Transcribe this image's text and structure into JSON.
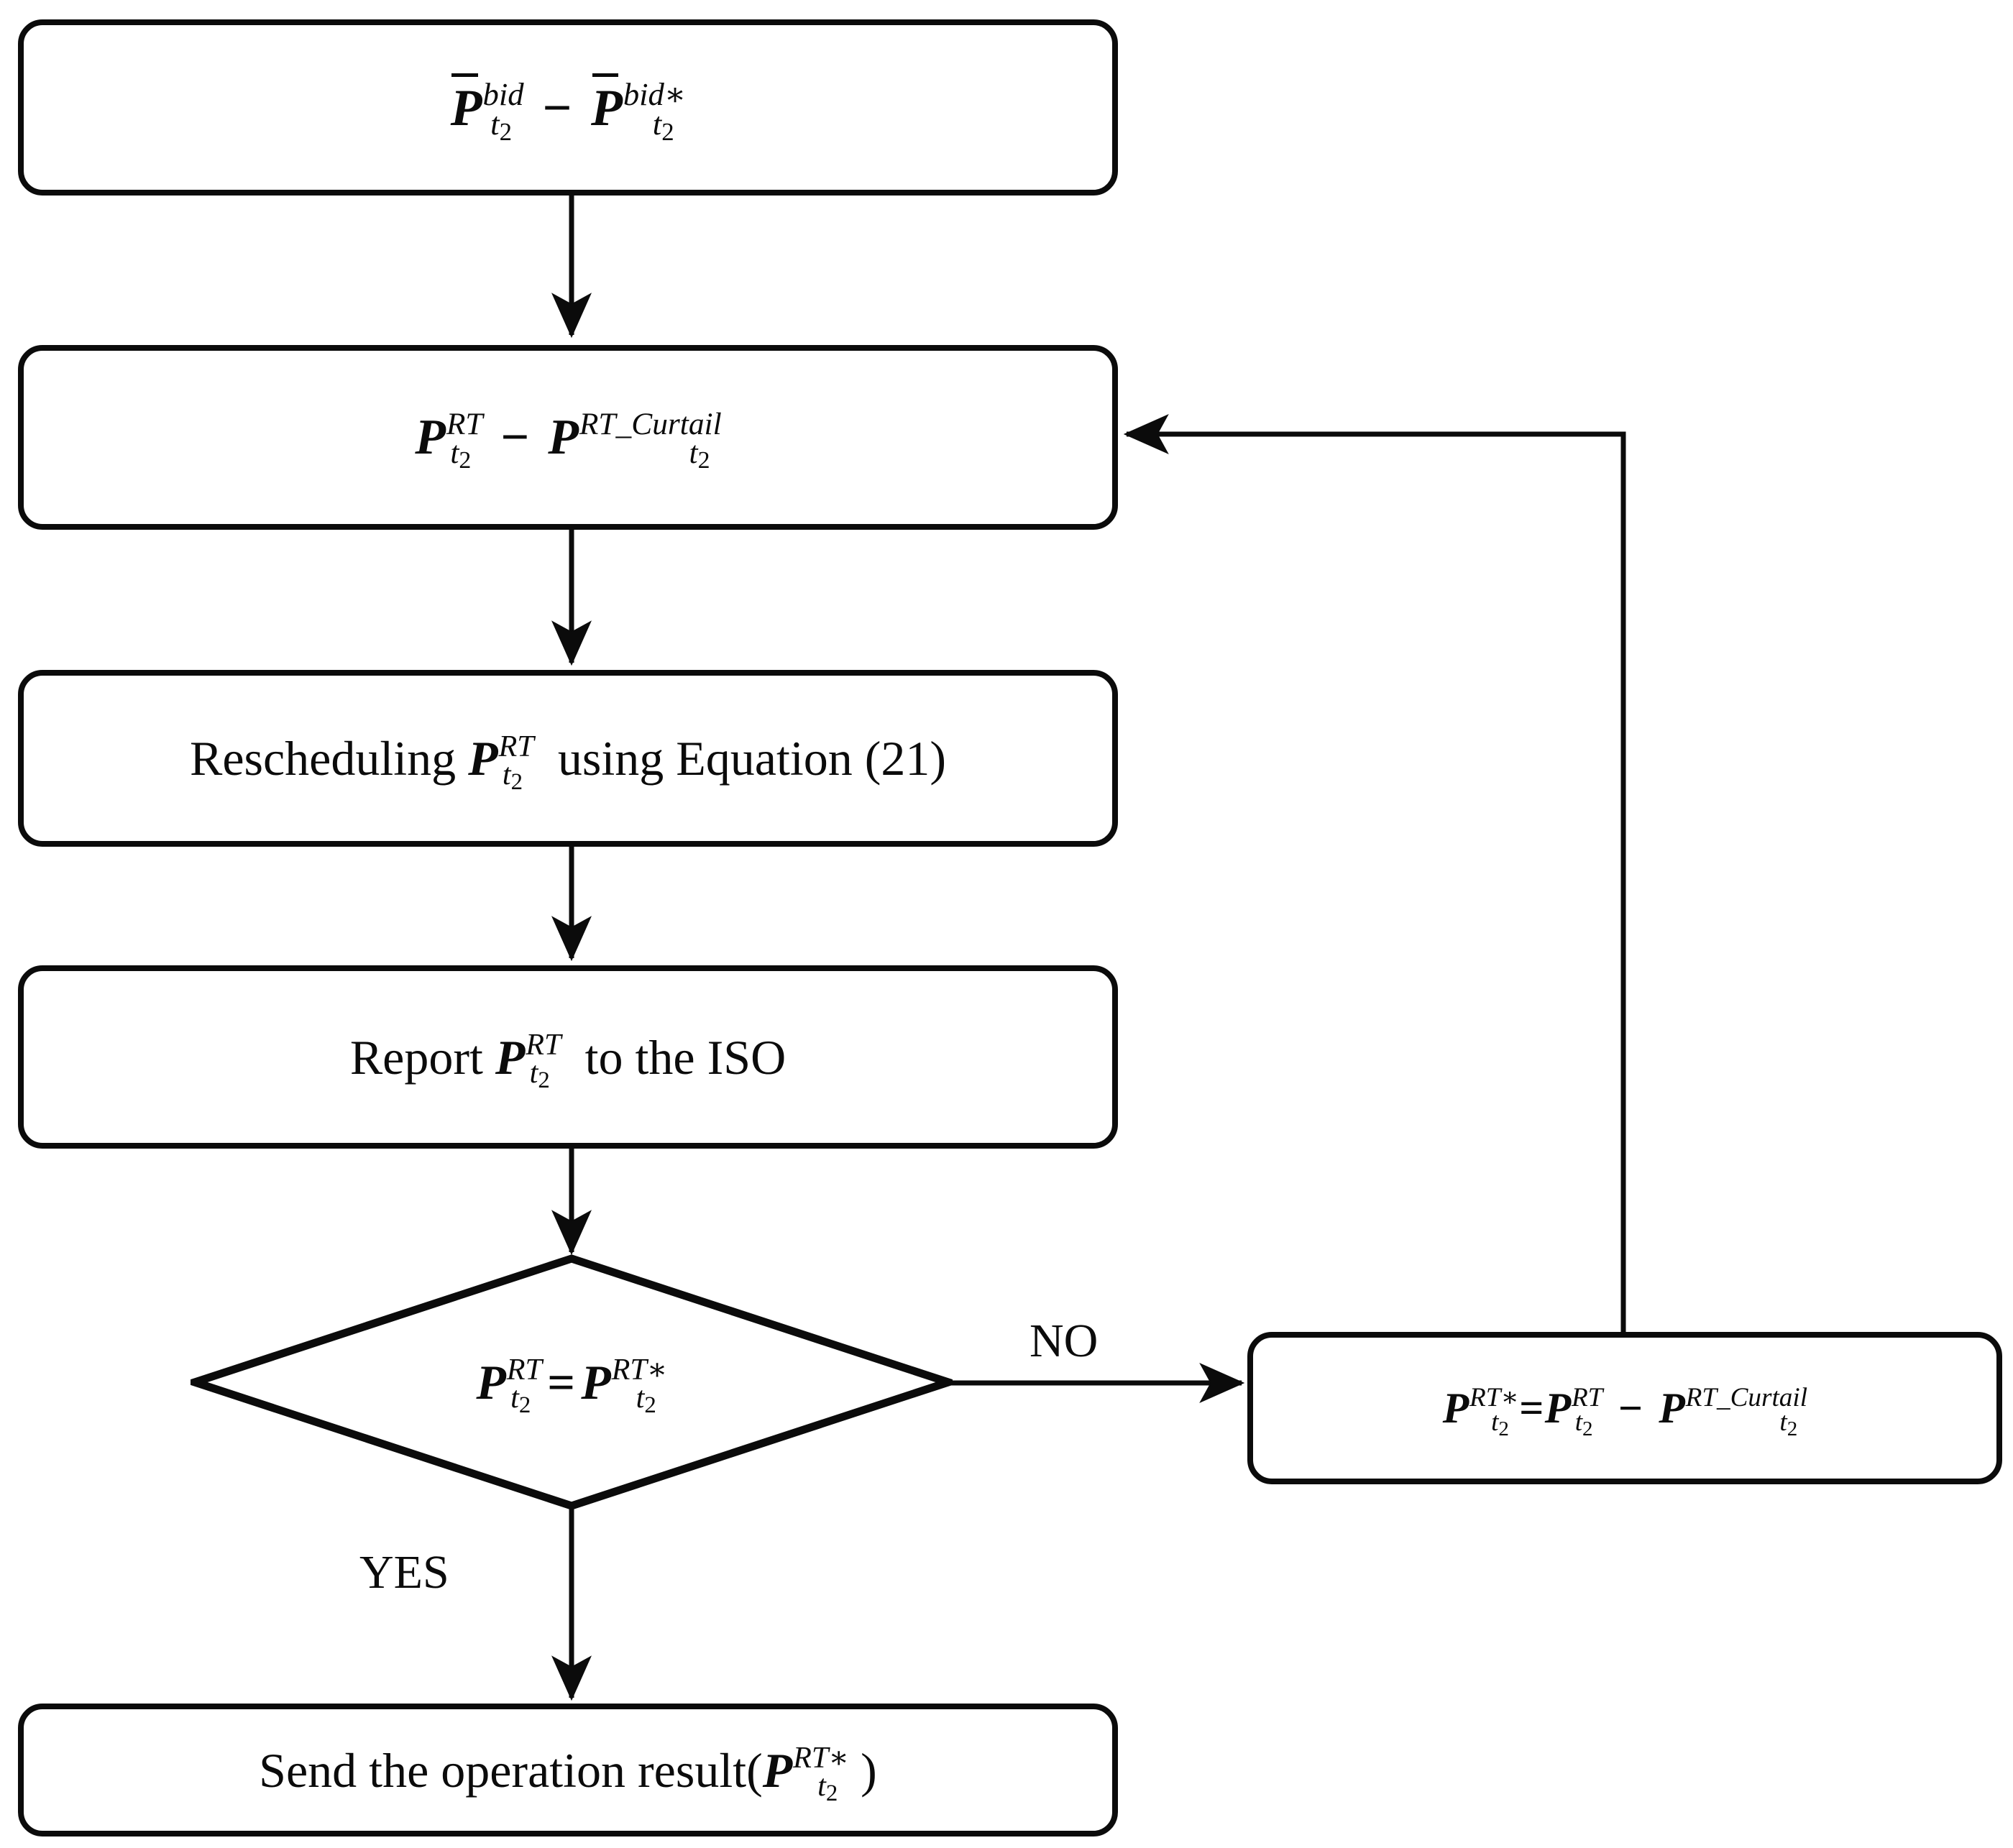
{
  "diagram": {
    "type": "flowchart",
    "title": "Real-time rescheduling and ISO settlement flowchart",
    "stroke_color": "#0b0b0b",
    "background_color": "#ffffff",
    "nodes": [
      {
        "id": "bid-deviation",
        "shape": "rounded-rectangle",
        "text": "P̄^bid_t2 − P̄^bid*_t2",
        "parts": {
          "term1_base": "P",
          "term1_sup": "bid",
          "term1_sub": "t",
          "term1_sub_index": "2",
          "operator": "−",
          "term2_base": "P",
          "term2_sup": "bid*",
          "term2_sub": "t",
          "term2_sub_index": "2"
        }
      },
      {
        "id": "rt-curtail",
        "shape": "rounded-rectangle",
        "text": "P^RT_t2 − P^RT_Curtail_t2",
        "parts": {
          "term1_base": "P",
          "term1_sup": "RT",
          "term1_sub": "t",
          "term1_sub_index": "2",
          "operator": "−",
          "term2_base": "P",
          "term2_sup": "RT_Curtail",
          "term2_sub": "t",
          "term2_sub_index": "2"
        }
      },
      {
        "id": "rescheduling",
        "shape": "rounded-rectangle",
        "text": "Rescheduling P^RT_t2 using Equation (21)",
        "parts": {
          "prefix": "Rescheduling ",
          "var_base": "P",
          "var_sup": "RT",
          "var_sub": "t",
          "var_sub_index": "2",
          "suffix": " using Equation (21)"
        }
      },
      {
        "id": "report-iso",
        "shape": "rounded-rectangle",
        "text": "Report P^RT_t2 to the ISO",
        "parts": {
          "prefix": "Report ",
          "var_base": "P",
          "var_sup": "RT",
          "var_sub": "t",
          "var_sub_index": "2",
          "suffix": " to the ISO"
        }
      },
      {
        "id": "decision",
        "shape": "diamond",
        "text": "P^RT_t2 = P^RT*_t2",
        "parts": {
          "term1_base": "P",
          "term1_sup": "RT",
          "term1_sub": "t",
          "term1_sub_index": "2",
          "operator": "=",
          "term2_base": "P",
          "term2_sup": "RT*",
          "term2_sub": "t",
          "term2_sub_index": "2"
        }
      },
      {
        "id": "update-rt-star",
        "shape": "rounded-rectangle",
        "text": "P^RT*_t2 = P^RT_t2 − P^RT_Curtail_t2",
        "parts": {
          "term1_base": "P",
          "term1_sup": "RT*",
          "term1_sub": "t",
          "term1_sub_index": "2",
          "operator1": "=",
          "term2_base": "P",
          "term2_sup": "RT",
          "term2_sub": "t",
          "term2_sub_index": "2",
          "operator2": "−",
          "term3_base": "P",
          "term3_sup": "RT_Curtail",
          "term3_sub": "t",
          "term3_sub_index": "2"
        }
      },
      {
        "id": "send-result",
        "shape": "rounded-rectangle",
        "text": "Send the operation result(P^RT*_t2)",
        "parts": {
          "prefix": "Send the operation result(",
          "var_base": "P",
          "var_sup": "RT*",
          "var_sub": "t",
          "var_sub_index": "2",
          "suffix": ")"
        }
      }
    ],
    "edge_labels": {
      "no": "NO",
      "yes": "YES"
    },
    "edges": [
      {
        "from": "bid-deviation",
        "to": "rt-curtail",
        "label": ""
      },
      {
        "from": "rt-curtail",
        "to": "rescheduling",
        "label": ""
      },
      {
        "from": "rescheduling",
        "to": "report-iso",
        "label": ""
      },
      {
        "from": "report-iso",
        "to": "decision",
        "label": ""
      },
      {
        "from": "decision",
        "to": "update-rt-star",
        "label": "NO"
      },
      {
        "from": "decision",
        "to": "send-result",
        "label": "YES"
      },
      {
        "from": "update-rt-star",
        "to": "rt-curtail",
        "label": ""
      }
    ]
  }
}
